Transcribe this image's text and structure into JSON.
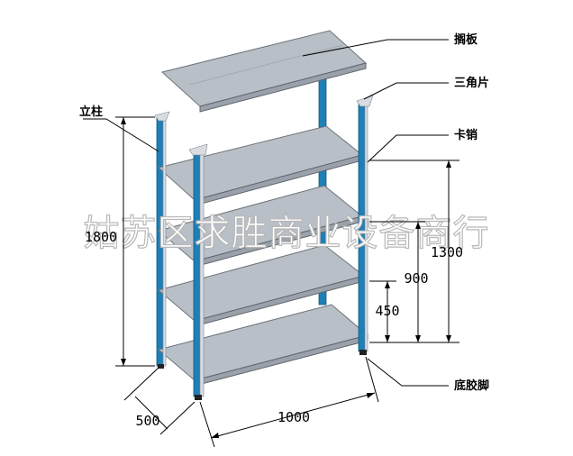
{
  "labels": {
    "top_shelf": "搁板",
    "corner_piece": "三角片",
    "upright": "立柱",
    "pin": "卡销",
    "foot": "底胶脚"
  },
  "dimensions": {
    "height_total": "1800",
    "depth": "500",
    "width": "1000",
    "level_1300": "1300",
    "level_900": "900",
    "level_450": "450"
  },
  "watermark": "姑苏区求胜商业设备商行",
  "colors": {
    "post_blue": "#1f7fb6",
    "shelf_gray": "#b9bfc7"
  }
}
